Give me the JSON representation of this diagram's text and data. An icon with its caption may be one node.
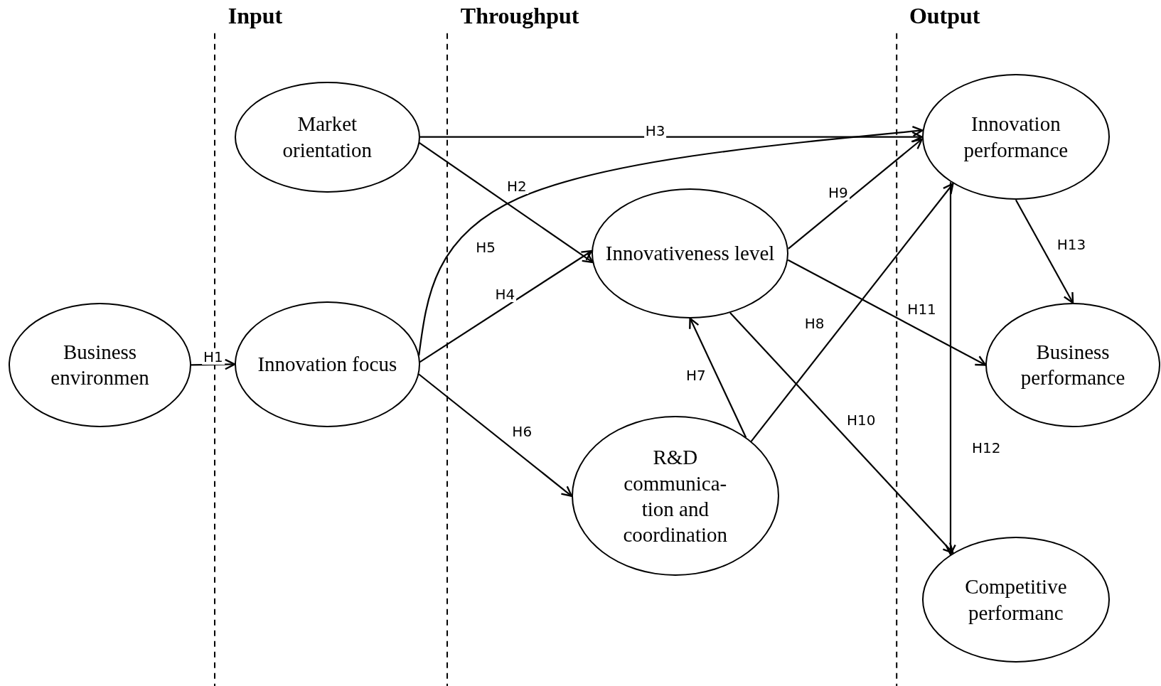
{
  "diagram": {
    "nodes": [
      {
        "text": [
          "Business environmen"
        ]
      },
      {
        "text": [
          "Market orientation"
        ]
      },
      {
        "text": [
          "Innovation focus"
        ]
      },
      {
        "text": [
          "Innovativeness level"
        ]
      },
      {
        "text": [
          "R&D communica- tion and coordination"
        ]
      },
      {
        "text": [
          "Innovation performance"
        ]
      },
      {
        "text": [
          "Business performance"
        ]
      },
      {
        "text": [
          "Competitive performanc"
        ]
      }
    ],
    "edges": [
      {
        "from": 0,
        "to": 2,
        "arrow": "to",
        "label": "H1"
      },
      {
        "from": 1,
        "to": 3,
        "arrow": "to",
        "label": "H2"
      },
      {
        "from": 1,
        "to": 5,
        "arrow": "to",
        "label": "H3"
      },
      {
        "from": 2,
        "to": 3,
        "arrow": "to",
        "label": "H4"
      },
      {
        "from": 2,
        "to": 5,
        "arrow": "to",
        "label": "H5"
      },
      {
        "from": 2,
        "to": 4,
        "arrow": "to",
        "label": "H6"
      },
      {
        "from": 4,
        "to": 3,
        "arrow": "to",
        "label": "H7"
      },
      {
        "from": 4,
        "to": 5,
        "arrow": "to",
        "label": "H8"
      },
      {
        "from": 3,
        "to": 5,
        "arrow": "to",
        "label": "H9"
      },
      {
        "from": 3,
        "to": 7,
        "arrow": "to",
        "label": "H10"
      },
      {
        "from": 3,
        "to": 6,
        "arrow": "to",
        "label": "H11"
      },
      {
        "from": 5,
        "to": 7,
        "arrow": "to",
        "label": "H12"
      },
      {
        "from": 5,
        "to": 6,
        "arrow": "to",
        "label": "H13"
      }
    ],
    "labels": [
      "Input",
      "Throughput",
      "Output"
    ]
  }
}
